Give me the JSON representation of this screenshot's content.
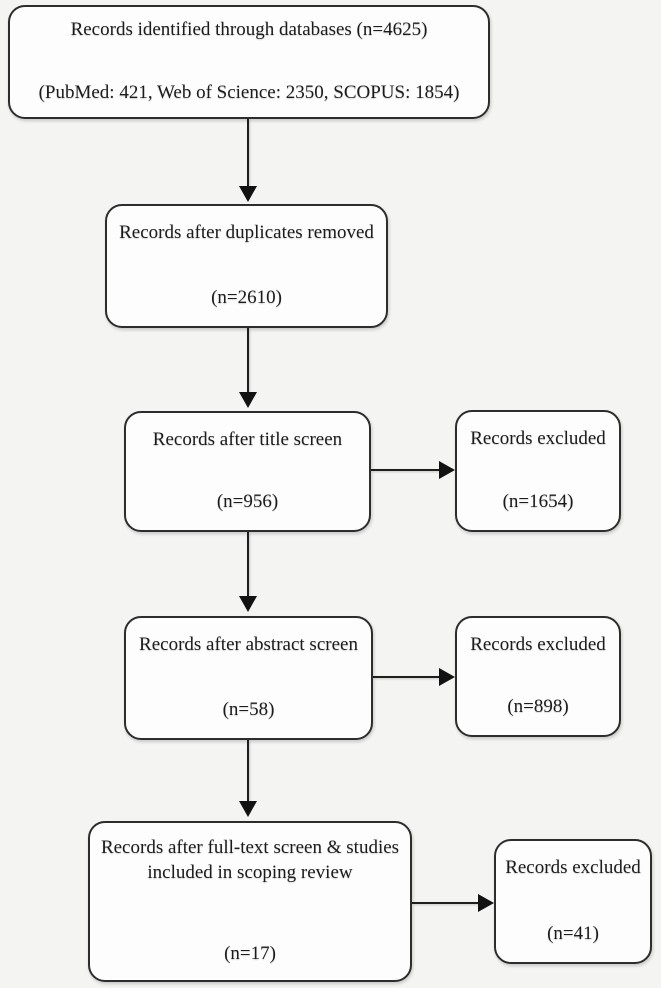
{
  "flowchart": {
    "identified": {
      "line1": "Records identified through databases (n=4625)",
      "line2": "(PubMed: 421, Web of Science: 2350, SCOPUS: 1854)"
    },
    "duplicates": {
      "label": "Records after duplicates removed",
      "count": "(n=2610)"
    },
    "title_screen": {
      "label": "Records after title screen",
      "count": "(n=956)"
    },
    "title_excluded": {
      "label": "Records excluded",
      "count": "(n=1654)"
    },
    "abstract_screen": {
      "label": "Records after abstract screen",
      "count": "(n=58)"
    },
    "abstract_excluded": {
      "label": "Records excluded",
      "count": "(n=898)"
    },
    "fulltext_screen": {
      "line1": "Records after full-text screen & studies",
      "line2": "included in scoping review",
      "count": "(n=17)"
    },
    "fulltext_excluded": {
      "label": "Records excluded",
      "count": "(n=41)"
    }
  },
  "colors": {
    "border": "#2d2d2d",
    "arrow": "#121212",
    "text": "#1c1c1c",
    "box_fill": "#fdfdfd",
    "background": "#f4f4f3"
  }
}
